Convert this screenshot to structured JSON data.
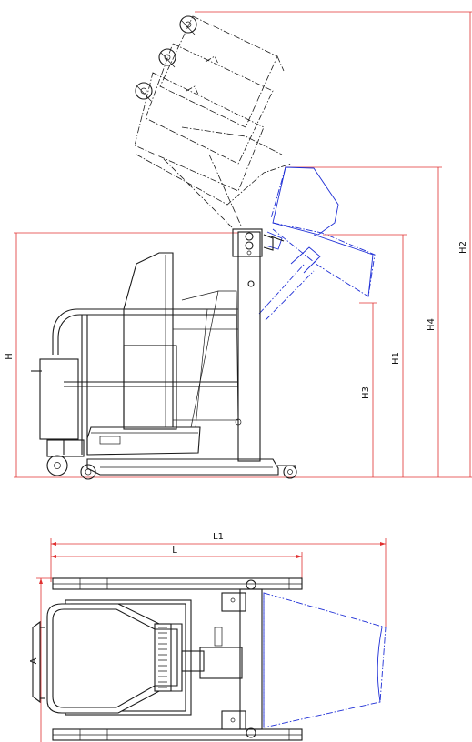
{
  "dimensions": {
    "H": "H",
    "H1": "H1",
    "H2": "H2",
    "H3": "H3",
    "H4": "H4",
    "L": "L",
    "L1": "L1",
    "A": "A"
  },
  "colors": {
    "dimension_lines": "#e03030",
    "tipped_container": "#1f2fd6",
    "outline": "#1a1a1a"
  }
}
